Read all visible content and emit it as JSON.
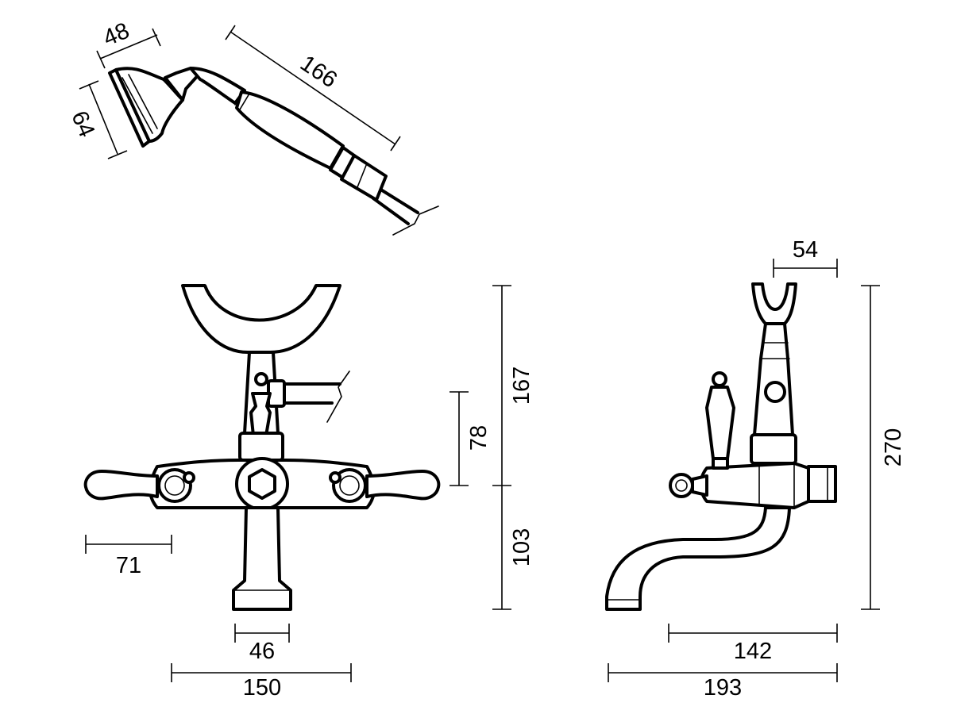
{
  "diagram": {
    "dimensions": {
      "hand_shower_head_depth": "48",
      "hand_shower_head_diameter": "64",
      "hand_shower_length": "166",
      "cradle_width": "54",
      "front_upper_height": "167",
      "front_lever_height": "78",
      "front_lower_height": "103",
      "front_handle_reach": "71",
      "front_foot_width": "46",
      "front_total_width": "150",
      "side_total_height": "270",
      "side_spout_reach": "142",
      "side_total_depth": "193"
    }
  }
}
